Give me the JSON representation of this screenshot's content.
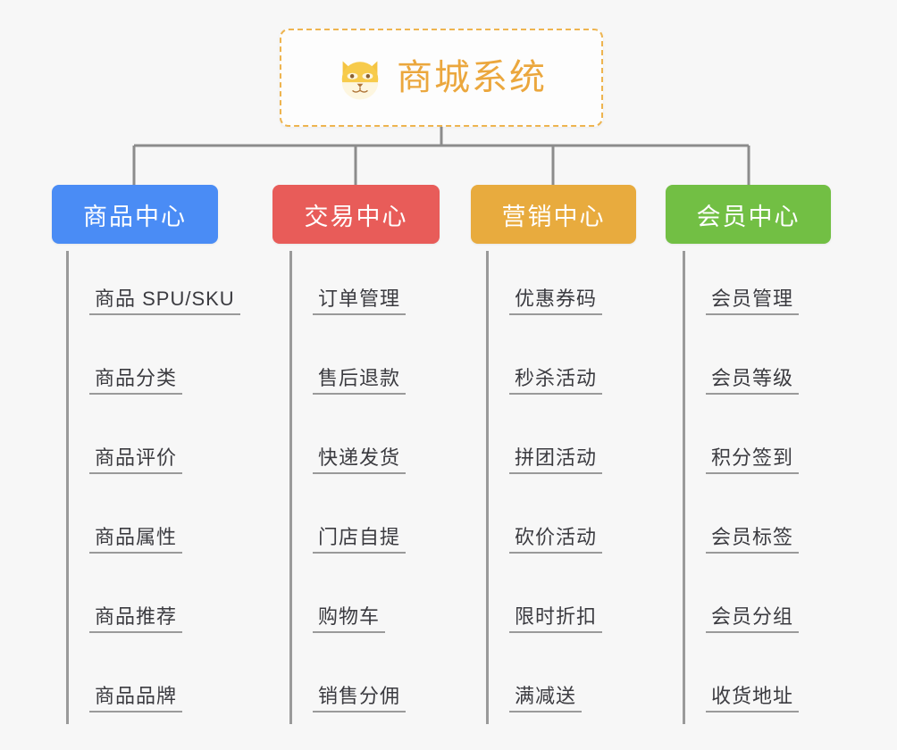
{
  "diagram": {
    "type": "org-chart",
    "background_color": "#f7f7f7",
    "connector_color": "#8c8c8c",
    "root": {
      "title": "商城系统",
      "icon": "shiba-dog-face-icon",
      "text_color": "#eba73d",
      "border_color": "#eeb44f",
      "border_style": "dashed",
      "background_color": "#fdfdfd"
    },
    "branches": [
      {
        "label": "商品中心",
        "color": "#4a8cf5",
        "items": [
          "商品 SPU/SKU",
          "商品分类",
          "商品评价",
          "商品属性",
          "商品推荐",
          "商品品牌"
        ]
      },
      {
        "label": "交易中心",
        "color": "#e85c59",
        "items": [
          "订单管理",
          "售后退款",
          "快递发货",
          "门店自提",
          "购物车",
          "销售分佣"
        ]
      },
      {
        "label": "营销中心",
        "color": "#e8ab3e",
        "items": [
          "优惠券码",
          "秒杀活动",
          "拼团活动",
          "砍价活动",
          "限时折扣",
          "满减送"
        ]
      },
      {
        "label": "会员中心",
        "color": "#72bf44",
        "items": [
          "会员管理",
          "会员等级",
          "积分签到",
          "会员标签",
          "会员分组",
          "收货地址"
        ]
      }
    ]
  }
}
